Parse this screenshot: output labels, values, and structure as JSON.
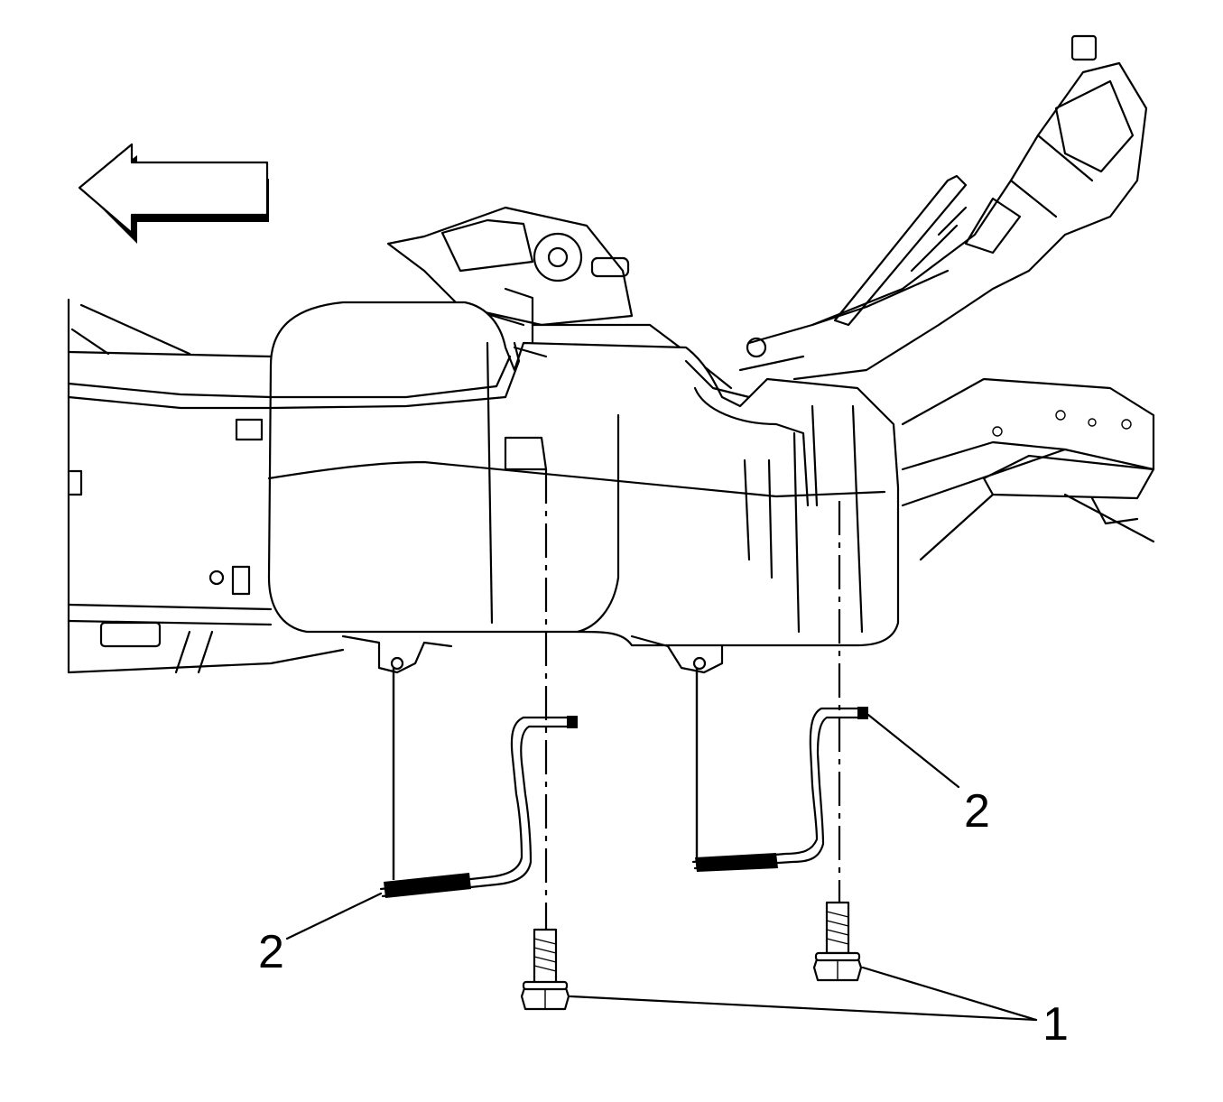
{
  "callouts": {
    "bolts_label": "1",
    "strap_left_label": "2",
    "strap_right_label": "2"
  },
  "colors": {
    "line": "#000000",
    "background": "#ffffff"
  }
}
